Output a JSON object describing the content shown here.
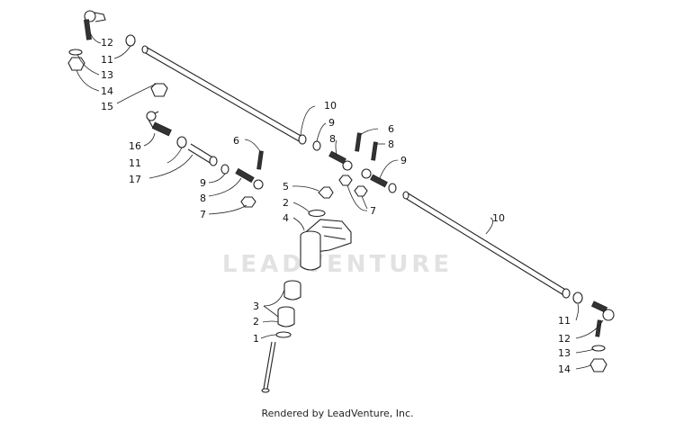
{
  "diagram": {
    "watermark": "LEADVENTURE",
    "credit": "Rendered by LeadVenture, Inc.",
    "callouts": [
      {
        "id": "c12a",
        "text": "12"
      },
      {
        "id": "c11a",
        "text": "11"
      },
      {
        "id": "c13a",
        "text": "13"
      },
      {
        "id": "c14a",
        "text": "14"
      },
      {
        "id": "c15",
        "text": "15"
      },
      {
        "id": "c16",
        "text": "16"
      },
      {
        "id": "c11b",
        "text": "11"
      },
      {
        "id": "c17",
        "text": "17"
      },
      {
        "id": "c6a",
        "text": "6"
      },
      {
        "id": "c9a",
        "text": "9"
      },
      {
        "id": "c8a",
        "text": "8"
      },
      {
        "id": "c7a",
        "text": "7"
      },
      {
        "id": "c10a",
        "text": "10"
      },
      {
        "id": "c9b",
        "text": "9"
      },
      {
        "id": "c8b",
        "text": "8"
      },
      {
        "id": "c6b",
        "text": "6"
      },
      {
        "id": "c8c",
        "text": "8"
      },
      {
        "id": "c9c",
        "text": "9"
      },
      {
        "id": "c7b",
        "text": "7"
      },
      {
        "id": "c5",
        "text": "5"
      },
      {
        "id": "c2a",
        "text": "2"
      },
      {
        "id": "c4",
        "text": "4"
      },
      {
        "id": "c10b",
        "text": "10"
      },
      {
        "id": "c3",
        "text": "3"
      },
      {
        "id": "c2b",
        "text": "2"
      },
      {
        "id": "c1",
        "text": "1"
      },
      {
        "id": "c11c",
        "text": "11"
      },
      {
        "id": "c12b",
        "text": "12"
      },
      {
        "id": "c13b",
        "text": "13"
      },
      {
        "id": "c14b",
        "text": "14"
      }
    ]
  }
}
